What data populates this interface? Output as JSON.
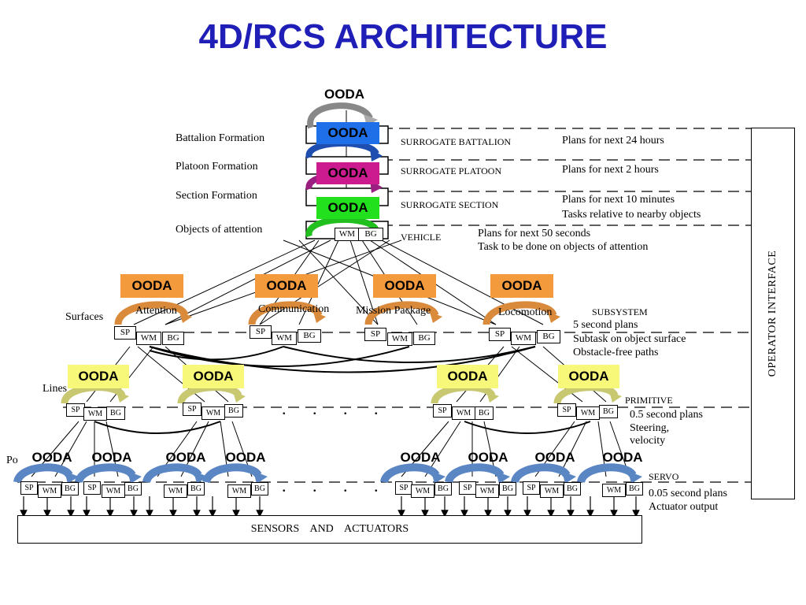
{
  "title": "4D/RCS ARCHITECTURE",
  "ooda_label": "OODA",
  "top_ooda_label": "OODA",
  "hierarchy": {
    "battalion_formation": "Battalion Formation",
    "platoon_formation": "Platoon Formation",
    "section_formation": "Section Formation",
    "objects_of_attention": "Objects of attention",
    "surfaces": "Surfaces",
    "lines": "Lines",
    "points": "Po"
  },
  "levels": {
    "surrogate_battalion": "SURROGATE BATTALION",
    "surrogate_platoon": "SURROGATE PLATOON",
    "surrogate_section": "SURROGATE SECTION",
    "vehicle": "VEHICLE",
    "subsystem": "SUBSYSTEM",
    "primitive": "PRIMITIVE",
    "servo": "SERVO"
  },
  "plans": {
    "battalion": "Plans for next 24 hours",
    "platoon": "Plans for next 2 hours",
    "section_1": "Plans for next 10 minutes",
    "section_2": "Tasks relative to nearby objects",
    "vehicle_1": "Plans for next 50 seconds",
    "vehicle_2": "Task to be done on objects of attention",
    "subsystem_1": "5 second plans",
    "subsystem_2": "Subtask on object surface",
    "subsystem_3": "Obstacle-free paths",
    "primitive_1": "0.5 second plans",
    "primitive_2": "Steering,",
    "primitive_3": "velocity",
    "servo_1": "0.05 second plans",
    "servo_2": "Actuator output"
  },
  "subsystems": {
    "attention": "Attention",
    "communication": "Communication",
    "mission_package": "Mission Package",
    "locomotion": "Locomotion"
  },
  "node_labels": {
    "sp": "SP",
    "wm": "WM",
    "bg": "BG"
  },
  "ellipsis": ". . . .",
  "operator_interface": "OPERATOR INTERFACE",
  "sensors_actuators": "SENSORS    AND    ACTUATORS",
  "colors": {
    "title": "#1f1fb8",
    "battalion_ooda": "#1e6fe8",
    "platoon_ooda": "#cc1a8f",
    "section_ooda": "#22e01e",
    "subsystem_ooda": "#f29a3c",
    "primitive_ooda": "#f7f77a",
    "subsystem_arrow": "#d98a3a",
    "primitive_arrow": "#c8c870",
    "servo_arrow": "#5a86c4"
  }
}
